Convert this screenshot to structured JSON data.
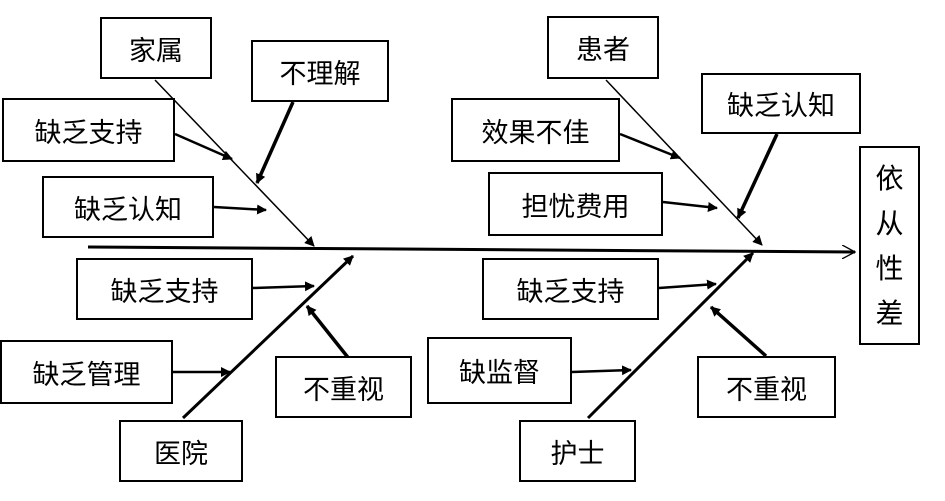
{
  "effect": "依从性差",
  "categories": {
    "family": "家属",
    "patient": "患者",
    "hospital": "医院",
    "nurse": "护士"
  },
  "causes": {
    "family_support": "缺乏支持",
    "family_cognition": "缺乏认知",
    "family_understanding": "不理解",
    "patient_effect": "效果不佳",
    "patient_cost": "担忧费用",
    "patient_cognition": "缺乏认知",
    "hospital_support": "缺乏支持",
    "hospital_management": "缺乏管理",
    "hospital_attention": "不重视",
    "nurse_support": "缺乏支持",
    "nurse_supervision": "缺监督",
    "nurse_attention": "不重视"
  }
}
